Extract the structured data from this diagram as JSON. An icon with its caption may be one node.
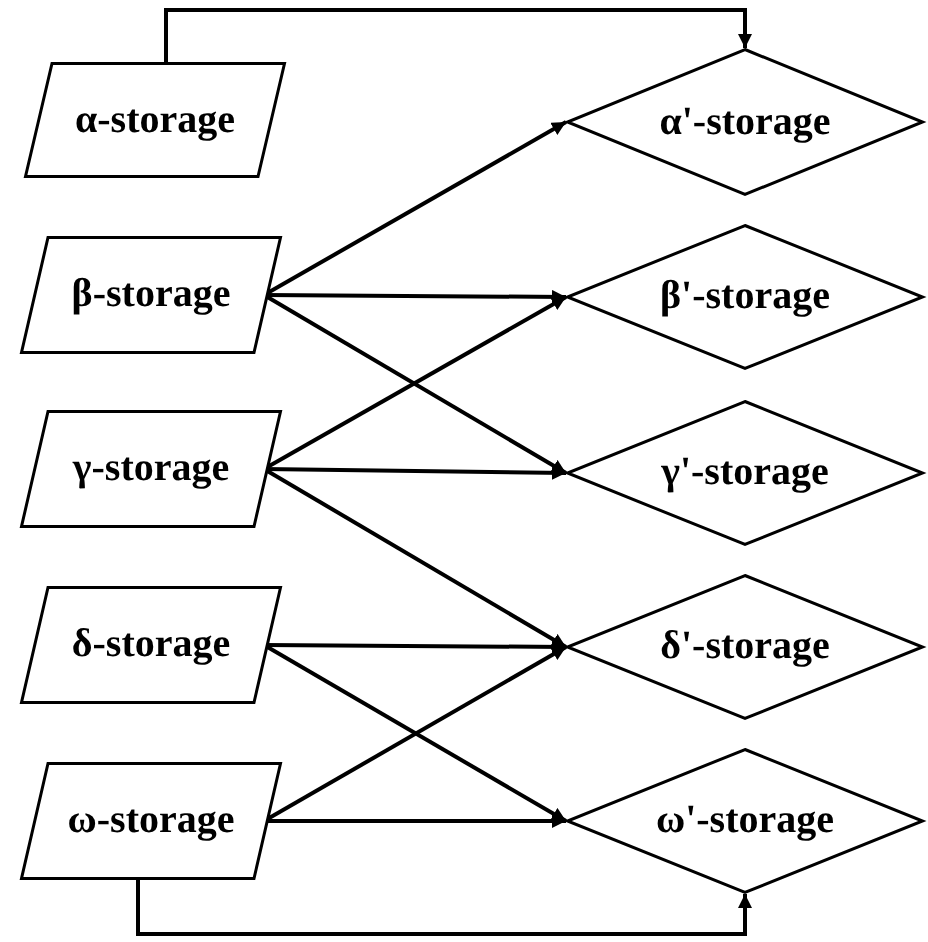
{
  "diagram": {
    "nodes": [
      {
        "text": [
          "α-storage"
        ]
      },
      {
        "text": [
          "α'-storage"
        ]
      },
      {
        "text": [
          "β-storage"
        ]
      },
      {
        "text": [
          "β'-storage"
        ]
      },
      {
        "text": [
          "γ-storage"
        ]
      },
      {
        "text": [
          "γ'-storage"
        ]
      },
      {
        "text": [
          "δ-storage"
        ]
      },
      {
        "text": [
          "δ'-storage"
        ]
      },
      {
        "text": [
          "ω-storage"
        ]
      },
      {
        "text": [
          "ω'-storage"
        ]
      }
    ],
    "edges": [
      {
        "from": 0,
        "to": 1,
        "arrow": "to"
      },
      {
        "from": 2,
        "to": 1,
        "arrow": "to"
      },
      {
        "from": 2,
        "to": 3,
        "arrow": "to"
      },
      {
        "from": 2,
        "to": 5,
        "arrow": "to"
      },
      {
        "from": 4,
        "to": 3,
        "arrow": "to"
      },
      {
        "from": 4,
        "to": 5,
        "arrow": "to"
      },
      {
        "from": 4,
        "to": 7,
        "arrow": "to"
      },
      {
        "from": 6,
        "to": 7,
        "arrow": "to"
      },
      {
        "from": 6,
        "to": 9,
        "arrow": "to"
      },
      {
        "from": 8,
        "to": 7,
        "arrow": "to"
      },
      {
        "from": 8,
        "to": 9,
        "arrow": "to"
      },
      {
        "from": 8,
        "to": 9,
        "arrow": "to"
      }
    ]
  }
}
